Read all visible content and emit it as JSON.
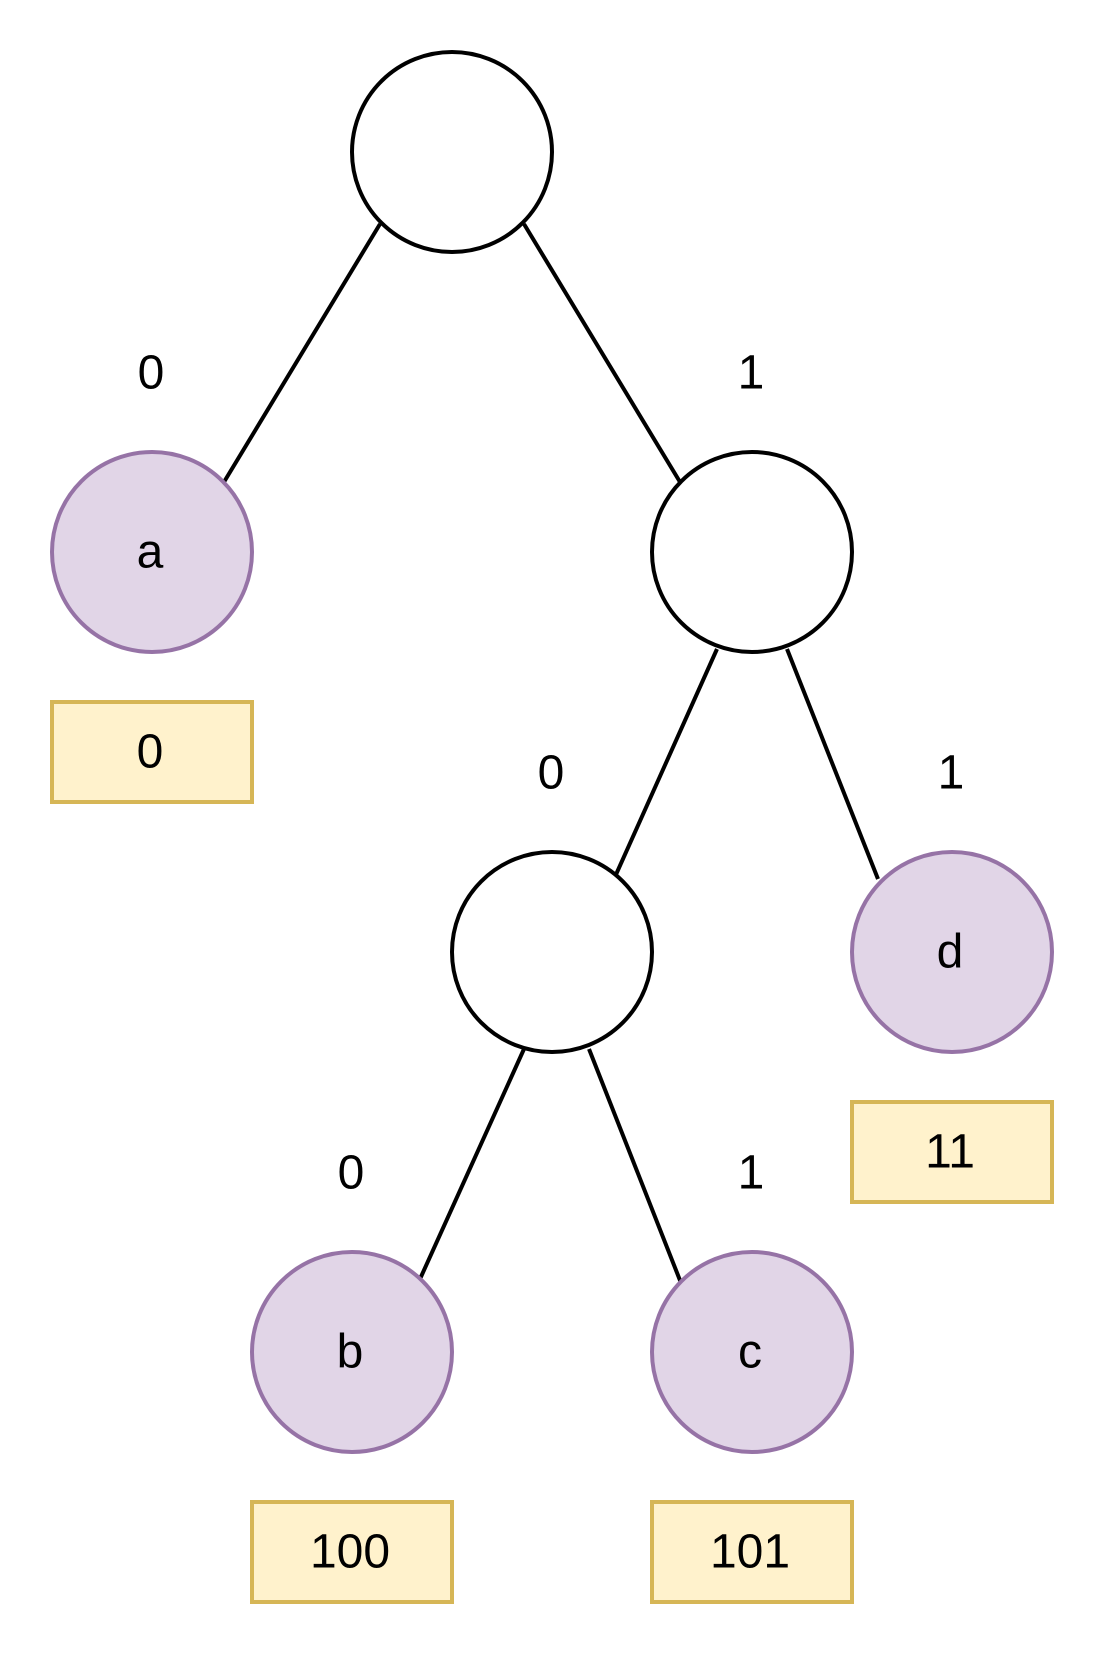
{
  "colors": {
    "internal_fill": "#ffffff",
    "internal_stroke": "#000000",
    "leaf_fill": "#e1d5e7",
    "leaf_stroke": "#9673a6",
    "code_fill": "#fff2cc",
    "code_stroke": "#d6b656"
  },
  "tree": {
    "nodes": [
      {
        "id": "root",
        "kind": "internal",
        "label": ""
      },
      {
        "id": "a",
        "kind": "leaf",
        "label": "a"
      },
      {
        "id": "n1",
        "kind": "internal",
        "label": ""
      },
      {
        "id": "n10",
        "kind": "internal",
        "label": ""
      },
      {
        "id": "d",
        "kind": "leaf",
        "label": "d"
      },
      {
        "id": "b",
        "kind": "leaf",
        "label": "b"
      },
      {
        "id": "c",
        "kind": "leaf",
        "label": "c"
      }
    ],
    "edges": [
      {
        "id": "root-a",
        "from": "root",
        "to": "a",
        "bit": "0"
      },
      {
        "id": "root-n1",
        "from": "root",
        "to": "n1",
        "bit": "1"
      },
      {
        "id": "n1-n10",
        "from": "n1",
        "to": "n10",
        "bit": "0"
      },
      {
        "id": "n1-d",
        "from": "n1",
        "to": "d",
        "bit": "1"
      },
      {
        "id": "n10-b",
        "from": "n10",
        "to": "b",
        "bit": "0"
      },
      {
        "id": "n10-c",
        "from": "n10",
        "to": "c",
        "bit": "1"
      }
    ],
    "codes": [
      {
        "node": "a",
        "code": "0"
      },
      {
        "node": "d",
        "code": "11"
      },
      {
        "node": "b",
        "code": "100"
      },
      {
        "node": "c",
        "code": "101"
      }
    ]
  }
}
